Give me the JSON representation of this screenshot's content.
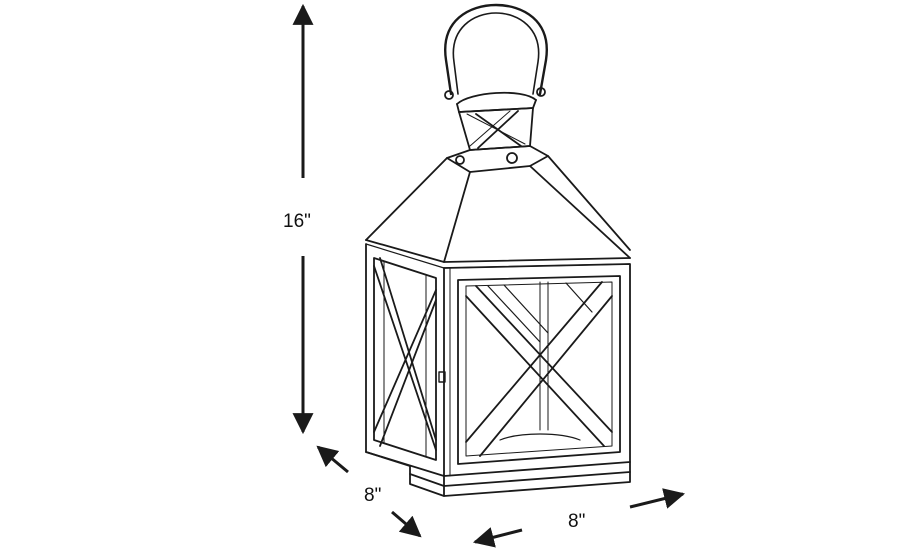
{
  "dimensions": {
    "height": "16\"",
    "depth": "8\"",
    "width": "8\""
  },
  "colors": {
    "line": "#1a1a1a",
    "background": "#ffffff"
  },
  "icons": [
    "lantern-drawing",
    "arrow-icon"
  ]
}
